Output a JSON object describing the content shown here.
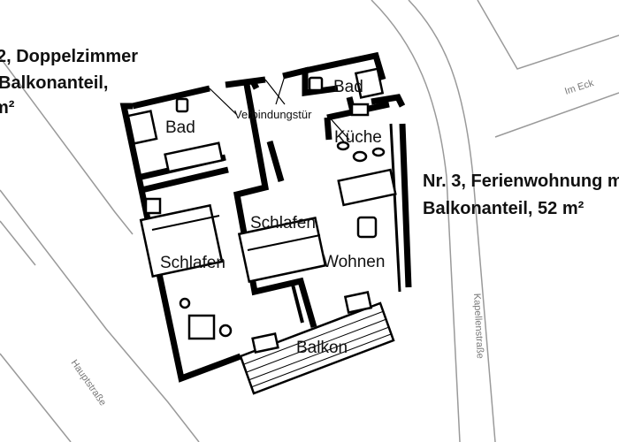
{
  "left_caption": {
    "line1": "2, Doppelzimmer",
    "line2": "Balkonanteil,",
    "line3": "m²"
  },
  "right_caption": {
    "line1": "Nr. 3, Ferienwohnung m",
    "line2": "Balkonanteil, 52 m²"
  },
  "rooms": {
    "bad_left": "Bad",
    "bad_right": "Bad",
    "verbindungstuer": "Verbindungstür",
    "kueche": "Küche",
    "schlafen_middle": "Schlafen",
    "schlafen_left": "Schlafen",
    "wohnen": "Wohnen",
    "balkon": "Balkon"
  },
  "streets": {
    "im_eck": "Im Eck",
    "kapellenstrasse": "Kapellenstraße",
    "hauptstrasse": "Hauptstraße"
  }
}
